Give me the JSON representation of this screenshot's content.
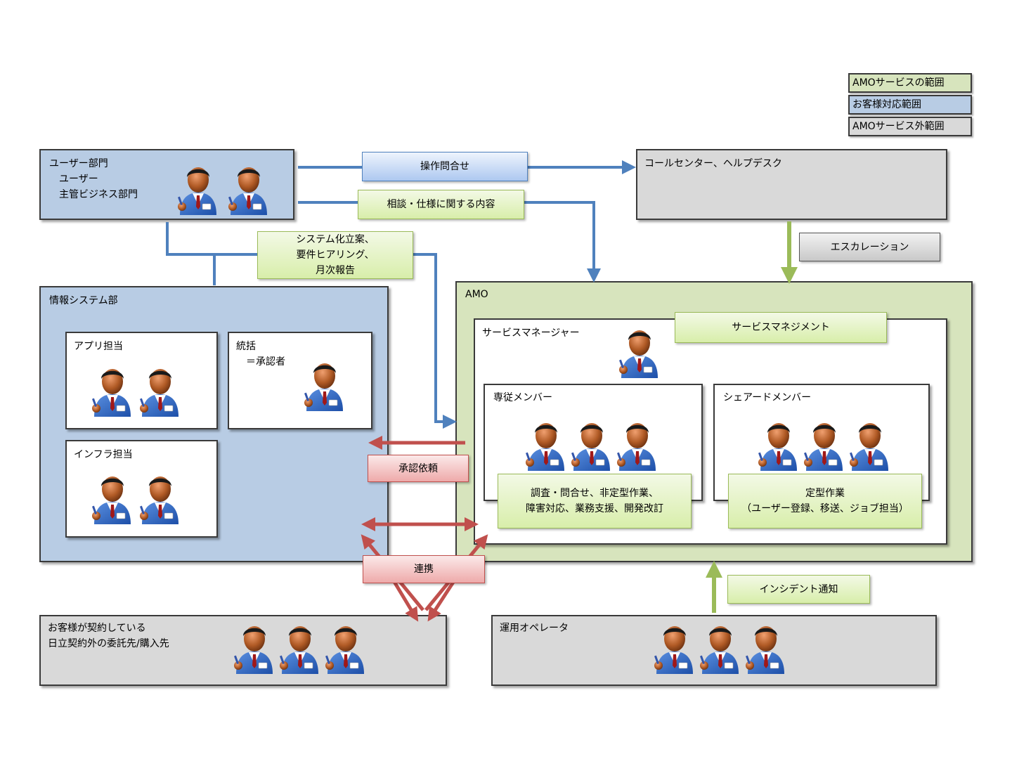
{
  "legend": {
    "amo": "AMOサービスの範囲",
    "customer": "お客様対応範囲",
    "outside": "AMOサービス外範囲"
  },
  "boxes": {
    "user_dept": "ユーザー部門\n　ユーザー\n　主管ビジネス部門",
    "call_center": "コールセンター、ヘルプデスク",
    "info_sys": "情報システム部",
    "app": "アプリ担当",
    "approver": "統括\n　＝承認者",
    "infra": "インフラ担当",
    "amo": "AMO",
    "service_manager": "サービスマネージャー",
    "dedicated": "専従メンバー",
    "shared": "シェアードメンバー",
    "contractor": "お客様が契約している\n日立契約外の委託先/購入先",
    "operator": "運用オペレータ"
  },
  "tags": {
    "operation_inquiry": "操作問合せ",
    "consult_spec": "相談・仕様に関する内容",
    "system_plan": "システム化立案、\n要件ヒアリング、\n月次報告",
    "escalation": "エスカレーション",
    "service_mgmt": "サービスマネジメント",
    "approval_request": "承認依頼",
    "dedicated_tasks": "調査・問合せ、非定型作業、\n障害対応、業務支援、開発改訂",
    "routine_tasks": "定型作業\n（ユーザー登録、移送、ジョブ担当）",
    "cooperation": "連携",
    "incident_notice": "インシデント通知"
  },
  "colors": {
    "blue_flow": "#4f81bd",
    "green_flow": "#9bbb59",
    "red_flow": "#c0504d"
  },
  "icons": {
    "person": "business-person-icon"
  }
}
